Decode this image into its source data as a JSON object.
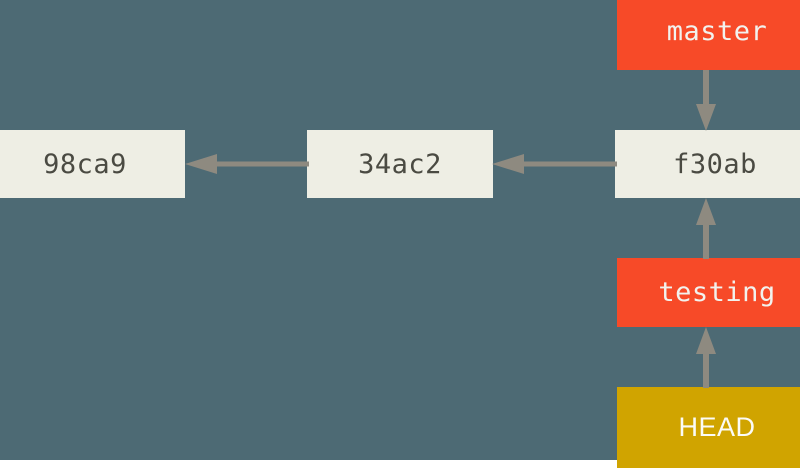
{
  "diagram": {
    "title": "git-branch-pointer-diagram",
    "background_color": "#4d6a74",
    "commit_color": "#eeeee4",
    "commit_text_color": "#4a4a42",
    "branch_color": "#f74a28",
    "branch_text_color": "#f2f2ee",
    "head_color": "#d0a400",
    "head_text_color": "#fbfbf7",
    "arrow_color": "#8e8a80"
  },
  "commits": [
    {
      "label": "98ca9"
    },
    {
      "label": "34ac2"
    },
    {
      "label": "f30ab"
    }
  ],
  "branches": [
    {
      "label": "master"
    },
    {
      "label": "testing"
    }
  ],
  "head": {
    "label": "HEAD"
  },
  "arrows": [
    {
      "name": "34ac2-to-98ca9",
      "direction": "left"
    },
    {
      "name": "f30ab-to-34ac2",
      "direction": "left"
    },
    {
      "name": "master-to-f30ab",
      "direction": "down"
    },
    {
      "name": "testing-to-f30ab",
      "direction": "up"
    },
    {
      "name": "head-to-testing",
      "direction": "up"
    }
  ]
}
